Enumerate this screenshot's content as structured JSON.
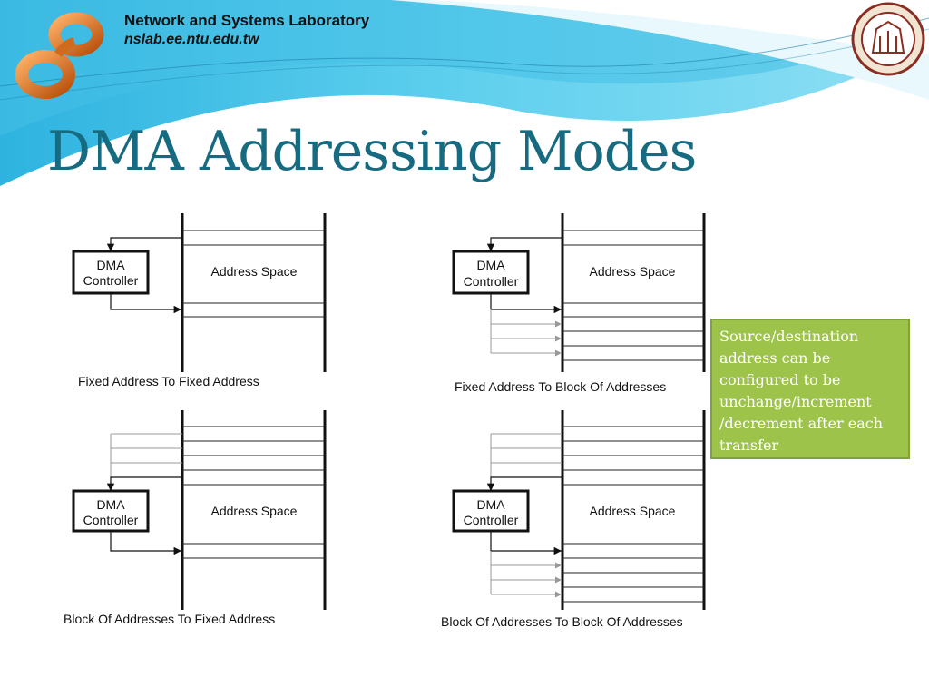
{
  "header": {
    "lab_name": "Network and Systems Laboratory",
    "lab_url": "nslab.ee.ntu.edu.tw"
  },
  "slide": {
    "title": "DMA Addressing Modes"
  },
  "diagrams": [
    {
      "caption": "Fixed Address To Fixed Address",
      "controller_line1": "DMA",
      "controller_line2": "Controller",
      "space_label": "Address Space"
    },
    {
      "caption": "Fixed Address To Block Of Addresses",
      "controller_line1": "DMA",
      "controller_line2": "Controller",
      "space_label": "Address Space"
    },
    {
      "caption": "Block Of Addresses To Fixed Address",
      "controller_line1": "DMA",
      "controller_line2": "Controller",
      "space_label": "Address Space"
    },
    {
      "caption": "Block Of Addresses To Block Of Addresses",
      "controller_line1": "DMA",
      "controller_line2": "Controller",
      "space_label": "Address Space"
    }
  ],
  "note": {
    "text": "Source/destination address can be configured to be unchange/increment /decrement after each transfer"
  },
  "colors": {
    "title": "#176b80",
    "note_bg": "#9ec34b",
    "header_cyan": "#3fc3e6"
  },
  "icons": {
    "lab_logo": "orange-infinity-logo-icon",
    "university_seal": "ntu-seal-icon"
  }
}
